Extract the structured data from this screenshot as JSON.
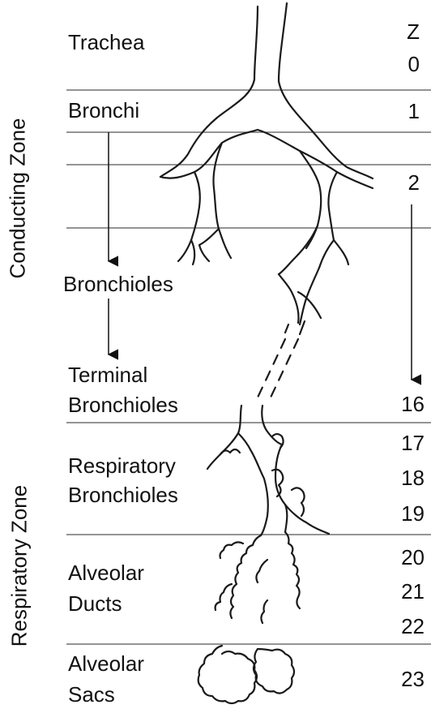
{
  "zones": {
    "conducting": "Conducting Zone",
    "respiratory": "Respiratory Zone"
  },
  "labels": {
    "trachea": "Trachea",
    "bronchi": "Bronchi",
    "bronchioles": "Bronchioles",
    "terminal_1": "Terminal",
    "terminal_2": "Bronchioles",
    "respiratory_1": "Respiratory",
    "respiratory_2": "Bronchioles",
    "ducts_1": "Alveolar",
    "ducts_2": "Ducts",
    "sacs_1": "Alveolar",
    "sacs_2": "Sacs"
  },
  "generations": {
    "header": "Z",
    "g0": "0",
    "g1": "1",
    "g2": "2",
    "g16": "16",
    "g17": "17",
    "g18": "18",
    "g19": "19",
    "g20": "20",
    "g21": "21",
    "g22": "22",
    "g23": "23"
  },
  "colors": {
    "line": "#222222",
    "divider": "#555555"
  }
}
